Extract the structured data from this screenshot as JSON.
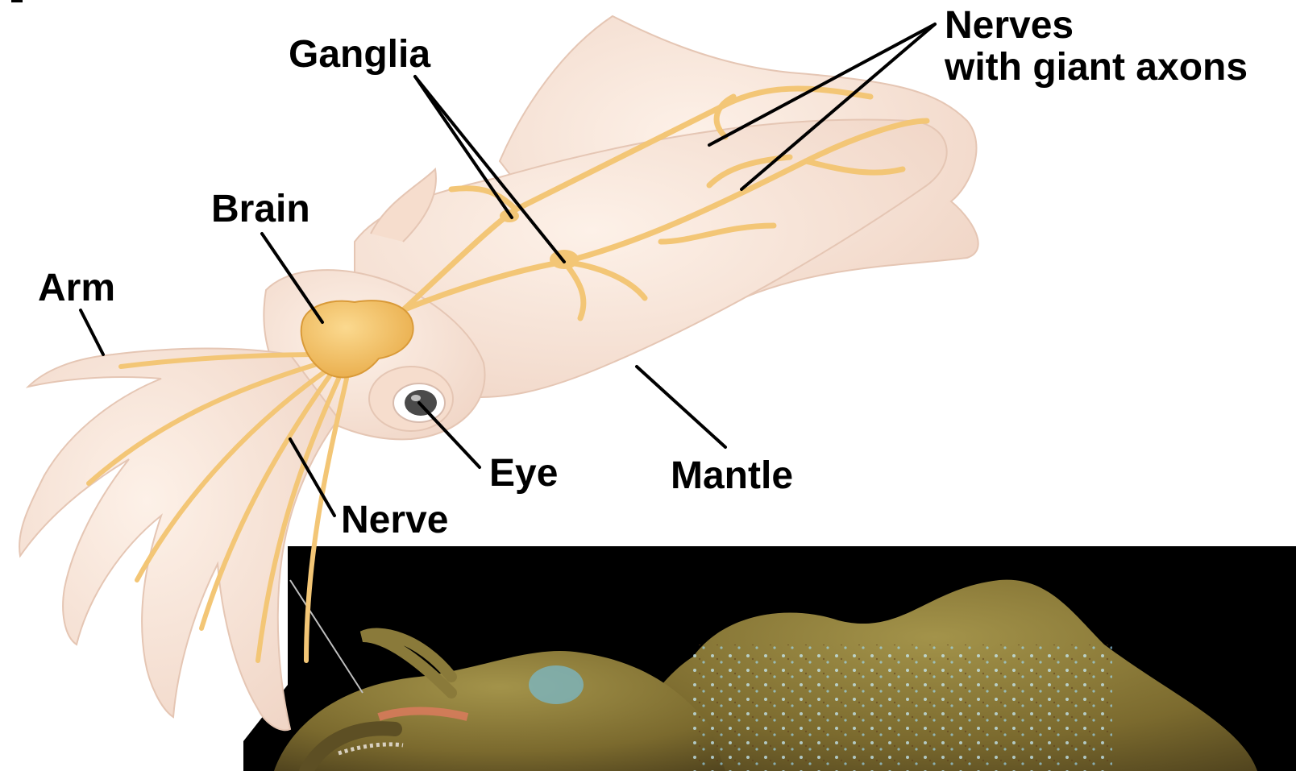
{
  "labels": {
    "ganglia": "Ganglia",
    "nerves_line1": "Nerves",
    "nerves_line2": "with giant axons",
    "brain": "Brain",
    "arm": "Arm",
    "eye": "Eye",
    "mantle": "Mantle",
    "nerve": "Nerve"
  },
  "colors": {
    "body": "#fbe9dc",
    "body_shade": "#efd3c3",
    "nerve": "#f3c676",
    "brain": "#f2bf63",
    "photo_background": "#000000",
    "squid_photo_body": "#8a7a3a",
    "leader_line": "#000000"
  }
}
